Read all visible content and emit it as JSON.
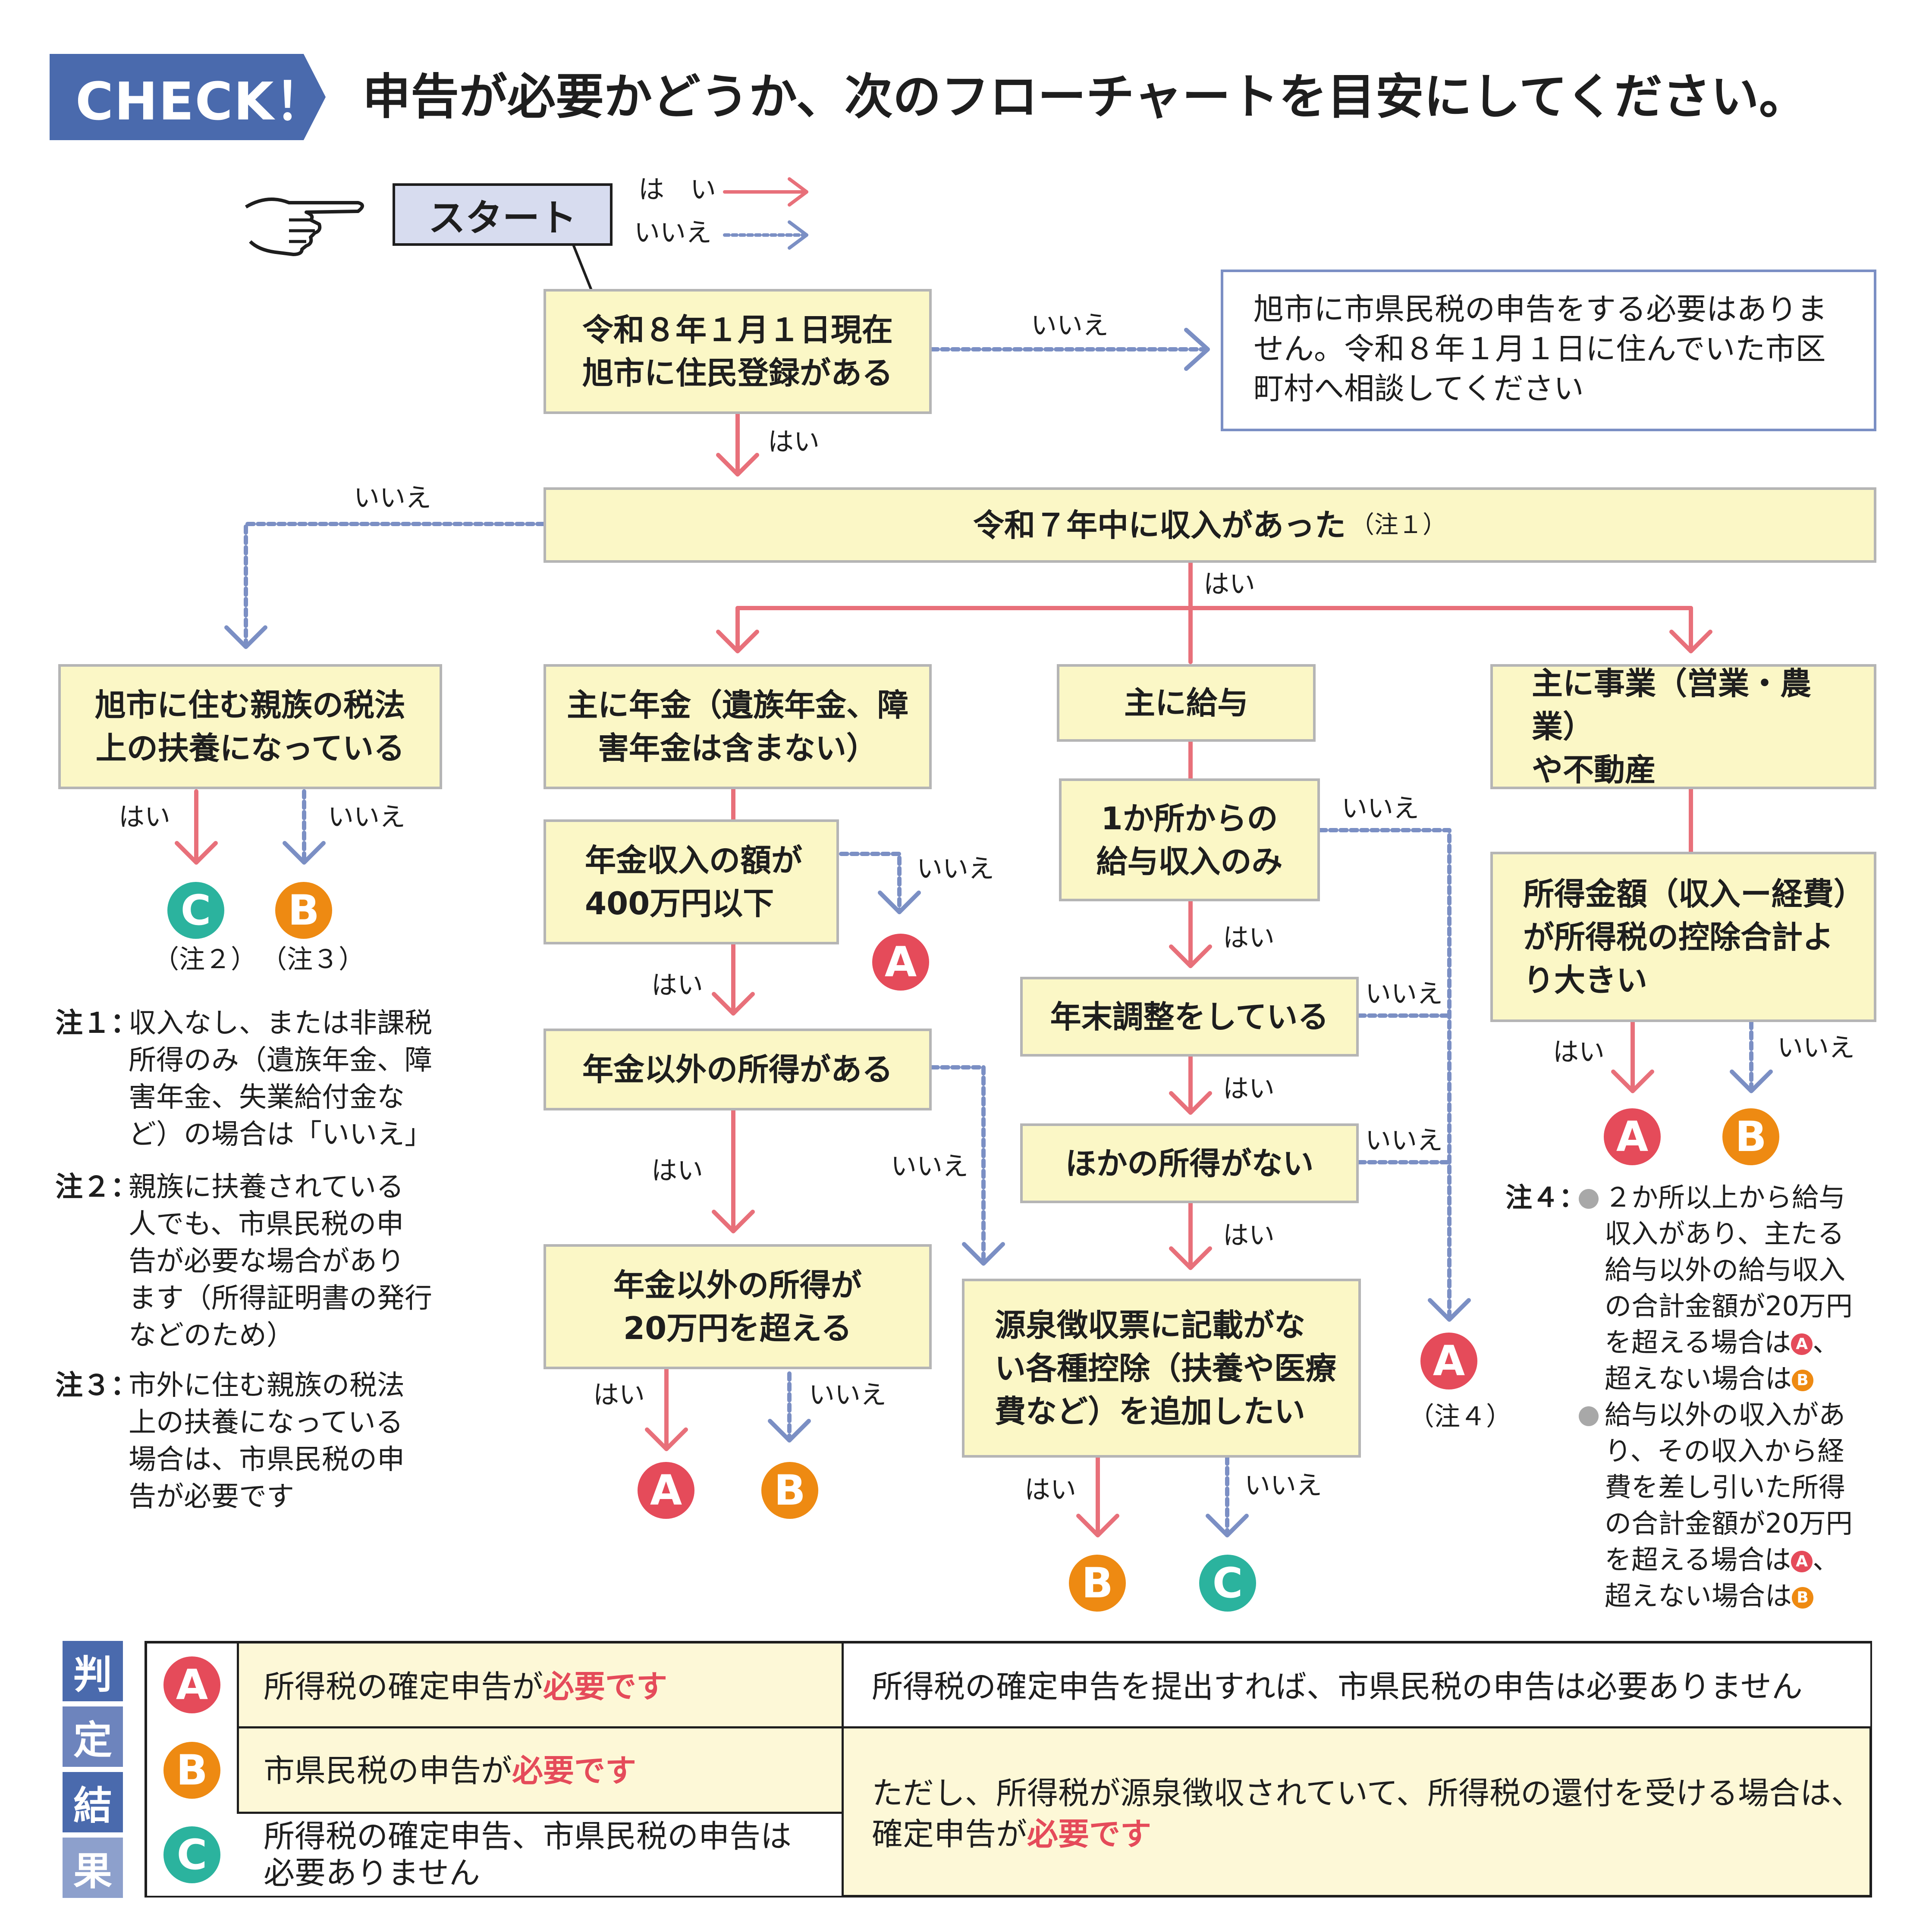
{
  "header": {
    "badge": "CHECK！",
    "title": "申告が必要かどうか、次のフローチャートを目安にしてください。"
  },
  "legend": {
    "start": "スタート",
    "yes": "は　い",
    "no": "いいえ"
  },
  "labels": {
    "yes": "はい",
    "no": "いいえ"
  },
  "nodes": {
    "q_resident": "令和８年１月１日現在\n旭市に住民登録がある",
    "r_not_needed": "旭市に市県民税の申告をする必要はありません。令和８年１月１日に住んでいた市区町村へ相談してください",
    "q_income": "令和７年中に収入があった",
    "q_income_note": "（注１）",
    "q_dependent": "旭市に住む親族の税法\n上の扶養になっている",
    "q_pension": "主に年金（遺族年金、障\n害年金は含まない）",
    "q_pension_amount": "年金収入の額が\n400万円以下",
    "q_pension_other": "年金以外の所得がある",
    "q_pension_other20": "年金以外の所得が\n20万円を超える",
    "q_salary": "主に給与",
    "q_salary_one": "1か所からの\n給与収入のみ",
    "q_year_end": "年末調整をしている",
    "q_no_other": "ほかの所得がない",
    "q_deduction": "源泉徴収票に記載がな\nい各種控除（扶養や医療\n費など）を追加したい",
    "q_business": "主に事業（営業・農業）\nや不動産",
    "q_business_income": "所得金額（収入ー経費）\nが所得税の控除合計よ\nり大きい"
  },
  "results": {
    "A": "A",
    "B": "B",
    "C": "C",
    "note2": "（注２）",
    "note3": "（注３）",
    "note4": "（注４）"
  },
  "notes": {
    "n1_head": "注１：",
    "n1_body": "収入なし、または非課税\n所得のみ（遺族年金、障\n害年金、失業給付金な\nど）の場合は「いいえ」",
    "n2_head": "注２：",
    "n2_body": "親族に扶養されている\n人でも、市県民税の申\n告が必要な場合があり\nます（所得証明書の発行\nなどのため）",
    "n3_head": "注３：",
    "n3_body": "市外に住む親族の税法\n上の扶養になっている\n場合は、市県民税の申\n告が必要です",
    "n4_head": "注４：",
    "n4_item1_a": "２か所以上から給与\n収入があり、主たる\n給与以外の給与収入\nの合計金額が20万円\nを超える場合は",
    "n4_item1_b": "超えない場合は",
    "n4_item2_a": "給与以外の収入があ\nり、その収入から経\n費を差し引いた所得\nの合計金額が20万円\nを超える場合は",
    "n4_item2_b": "超えない場合は"
  },
  "judgement": {
    "side_label": [
      "判",
      "定",
      "結",
      "果"
    ],
    "A_text": "所得税の確定申告が",
    "A_emph": "必要です",
    "B_text": "市県民税の申告が",
    "B_emph": "必要です",
    "C_text": "所得税の確定申告、市県民税の申告は\n必要ありません",
    "A_right": "所得税の確定申告を提出すれば、市県民税の申告は必要ありません",
    "BC_right_1": "ただし、所得税が源泉徴収されていて、所得税の還付を受ける場合は、",
    "BC_right_2": "確定申告が",
    "BC_right_emph": "必要です"
  },
  "colors": {
    "yes_arrow": "#e8707a",
    "no_arrow": "#7b8fc4",
    "box_fill": "#fbf7c6",
    "box_border": "#b5b5b5",
    "badge": "#4a6aad",
    "A": "#e54b5a",
    "B": "#ee8a12",
    "C": "#2bb39e"
  },
  "icons": [
    "pointing-hand-icon"
  ]
}
